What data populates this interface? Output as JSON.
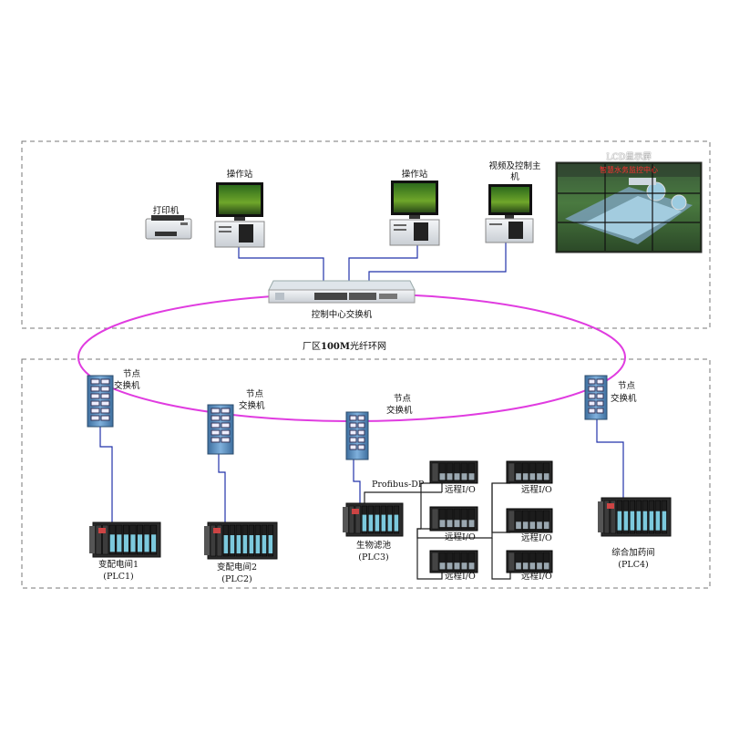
{
  "control_room": {
    "printer_label": "打印机",
    "workstation1_label": "操作站",
    "workstation2_label": "操作站",
    "video_host_label_line1": "视频及控制主",
    "video_host_label_line2": "机",
    "lcd_label": "LCD显示屏",
    "lcd_banner": "智慧水务监控中心",
    "center_switch_label": "控制中心交换机"
  },
  "ring": {
    "label_prefix": "厂区",
    "label_bold": "100M",
    "label_suffix": "光纤环网"
  },
  "field": {
    "node_line1": "节点",
    "node_line2": "交换机",
    "plc1_name": "变配电间1",
    "plc1_code": "(PLC1)",
    "plc2_name": "变配电间2",
    "plc2_code": "(PLC2)",
    "plc3_name": "生物滤池",
    "plc3_code": "(PLC3)",
    "plc4_name": "综合加药间",
    "plc4_code": "(PLC4)",
    "profibus_label": "Profibus-DP",
    "remote_io_label": "远程I/O"
  },
  "colors": {
    "ring": "#e03ce0",
    "link": "#2233aa",
    "border": "#777777",
    "rack": "#2b2b2b",
    "io_module": "#7cc9dd",
    "switch_body": "#5a8fc0"
  }
}
